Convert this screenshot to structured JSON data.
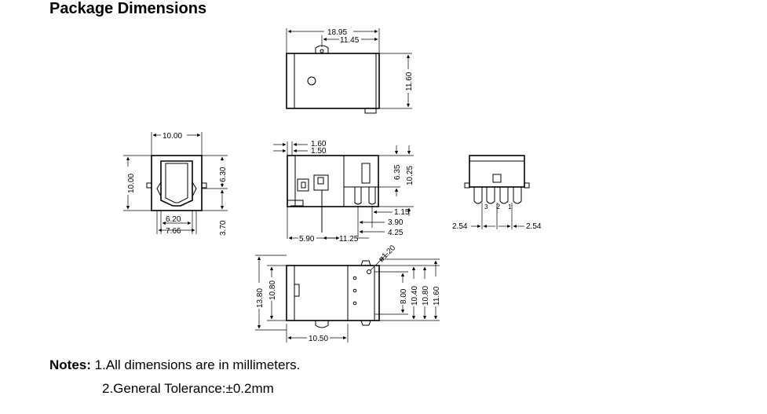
{
  "title": "Package Dimensions",
  "dims": {
    "top_w1": "18.95",
    "top_w2": "11.45",
    "top_h": "11.60",
    "left_w": "10.00",
    "left_h": "10.00",
    "left_h2": "6.30",
    "left_h3": "3.70",
    "left_b1": "6.20",
    "left_b2": "7.66",
    "side_a": "1.60",
    "side_b": "1.50",
    "side_c": "6.35",
    "side_d": "10.25",
    "side_e": "1.15",
    "side_f": "3.90",
    "side_g": "4.25",
    "side_h": "5.90",
    "side_i": "11.25",
    "right_l": "2.54",
    "right_r": "2.54",
    "pin1": "3",
    "pin2": "2",
    "pin3": "1",
    "bot_dia": "ø1.20",
    "bot_h1": "13.80",
    "bot_h2": "10.80",
    "bot_r1": "8.00",
    "bot_r2": "10.40",
    "bot_r3": "10.80",
    "bot_r4": "11.60",
    "bot_w": "10.50"
  },
  "notes": {
    "label": "Notes:",
    "line1": "1.All dimensions are in millimeters.",
    "line2": "2.General Tolerance:±0.2mm"
  }
}
